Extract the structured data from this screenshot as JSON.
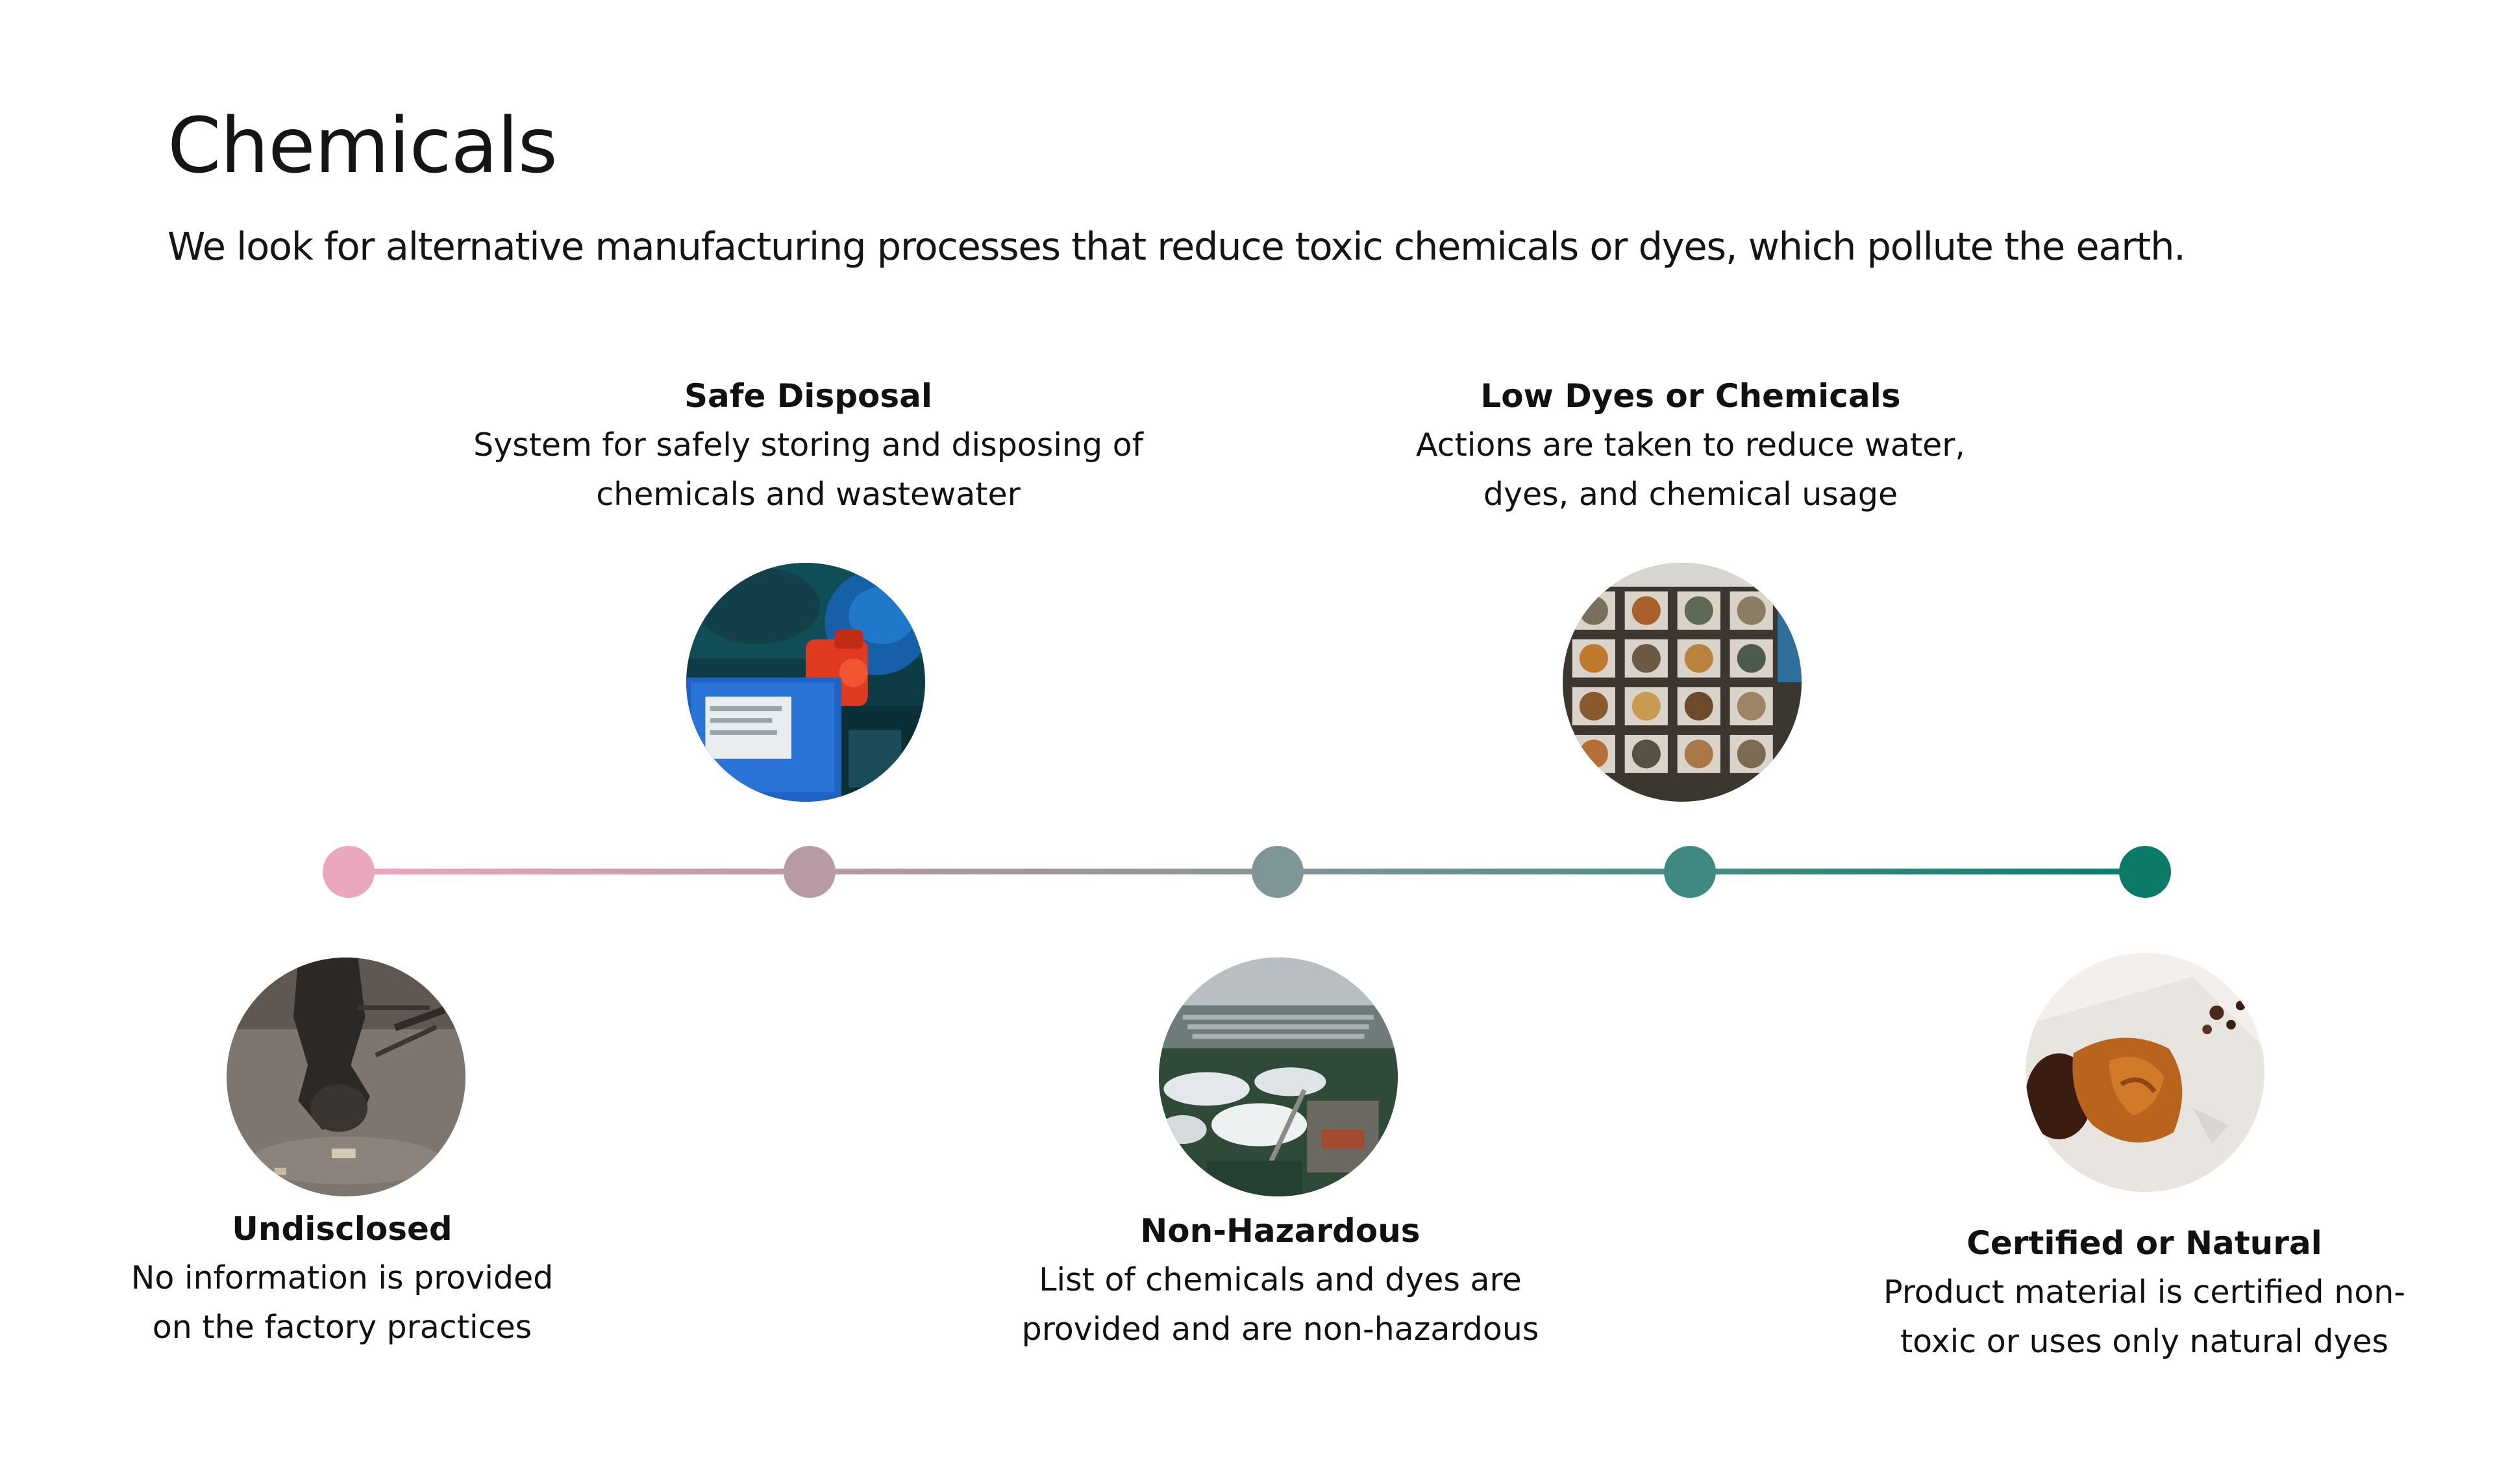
{
  "header": {
    "title": "Chemicals",
    "subtitle": "We look for alternative manufacturing processes that reduce toxic chemicals or dyes, which pollute the earth."
  },
  "timeline": {
    "stages": [
      {
        "title": "Undisclosed",
        "desc_line1": "No information is provided",
        "desc_line2": "on the factory practices",
        "color": "#eba7bd",
        "icon": "puddle-reflection-photo"
      },
      {
        "title": "Safe Disposal",
        "desc_line1": "System for safely storing and disposing of",
        "desc_line2": "chemicals and wastewater",
        "color": "#b89aa5",
        "icon": "chemical-containers-photo"
      },
      {
        "title": "Non-Hazardous",
        "desc_line1": "List of chemicals and dyes are",
        "desc_line2": "provided and are non-hazardous",
        "color": "#7e9697",
        "icon": "wastewater-plant-photo"
      },
      {
        "title": "Low Dyes or Chemicals",
        "desc_line1": "Actions are taken to reduce water,",
        "desc_line2": "dyes, and chemical usage",
        "color": "#3f8a80",
        "icon": "dye-vats-photo"
      },
      {
        "title": "Certified or Natural",
        "desc_line1": "Product material is certified non-",
        "desc_line2": "toxic or uses only natural dyes",
        "color": "#0b7a66",
        "icon": "natural-dye-powder-photo"
      }
    ]
  }
}
